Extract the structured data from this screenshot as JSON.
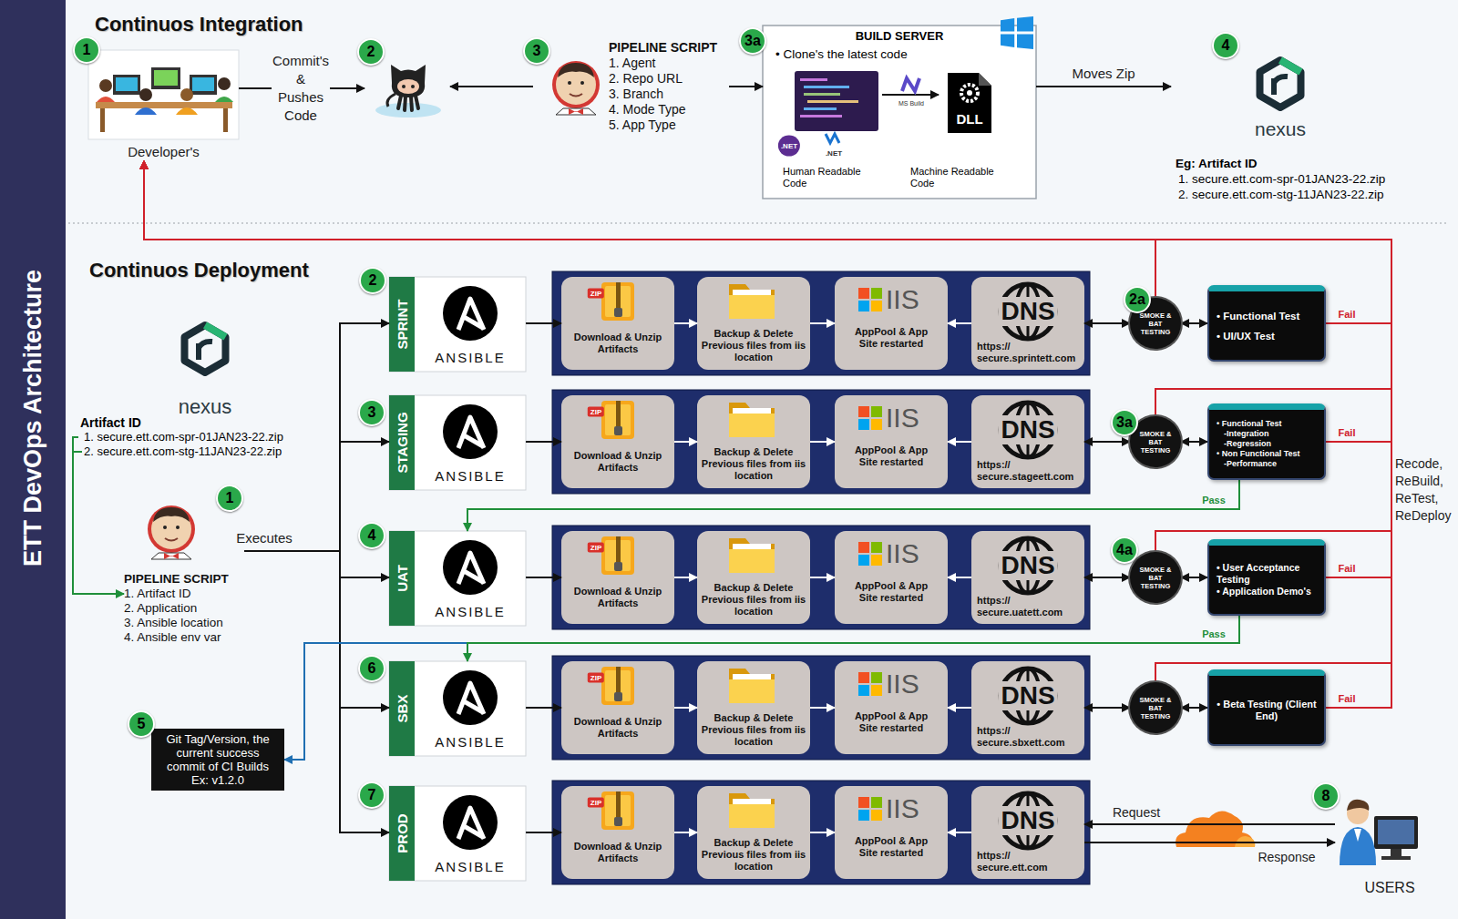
{
  "diagram": {
    "nodes": [
      {
        "text": [
          "ETT DevOps Architecture"
        ]
      },
      {
        "text": [
          "Developer's"
        ]
      },
      {
        "text": [
          "PIPELINE SCRIPT",
          "1. Agent",
          "2. Repo URL",
          "3. Branch",
          "4. Mode Type",
          "5. App Type"
        ]
      },
      {
        "text": [
          "BUILD SERVER",
          "• Clone's the latest code",
          "Human Readable Code",
          "Machine Readable Code"
        ]
      },
      {
        "text": [
          "nexus",
          "Eg: Artifact ID",
          "1. secure.ett.com-spr-01JAN23-22.zip",
          "2. secure.ett.com-stg-11JAN23-22.zip"
        ]
      },
      {
        "text": [
          "nexus",
          "Artifact ID",
          "1. secure.ett.com-spr-01JAN23-22.zip",
          "2. secure.ett.com-stg-11JAN23-22.zip"
        ]
      },
      {
        "text": [
          "PIPELINE SCRIPT",
          "1. Artifact ID",
          "2. Application",
          "3. Ansible location",
          "4. Ansible env var"
        ]
      },
      {
        "text": [
          "SPRINT",
          "ANSIBLE"
        ]
      },
      {
        "text": [
          "Download & Unzip Artifacts"
        ]
      },
      {
        "text": [
          "Backup & Delete Previous files from iis location"
        ]
      },
      {
        "text": [
          "IIS",
          "AppPool & App Site restarted"
        ]
      },
      {
        "text": [
          "DNS",
          "https:// secure.sprintett.com"
        ]
      },
      {
        "text": [
          "SMOKE & BAT TESTING"
        ]
      },
      {
        "text": [
          "• Functional Test",
          "• UI/UX Test"
        ]
      },
      {
        "text": [
          "STAGING",
          "ANSIBLE"
        ]
      },
      {
        "text": [
          "Download & Unzip Artifacts"
        ]
      },
      {
        "text": [
          "Backup & Delete Previous files from iis location"
        ]
      },
      {
        "text": [
          "IIS",
          "AppPool & App Site restarted"
        ]
      },
      {
        "text": [
          "DNS",
          "https:// secure.stageett.com"
        ]
      },
      {
        "text": [
          "SMOKE & BAT TESTING"
        ]
      },
      {
        "text": [
          "• Functional Test",
          "-Integration",
          "-Regression",
          "• Non Functional Test",
          "-Performance"
        ]
      },
      {
        "text": [
          "UAT",
          "ANSIBLE"
        ]
      },
      {
        "text": [
          "Download & Unzip Artifacts"
        ]
      },
      {
        "text": [
          "Backup & Delete Previous files from iis location"
        ]
      },
      {
        "text": [
          "IIS",
          "AppPool & App Site restarted"
        ]
      },
      {
        "text": [
          "DNS",
          "https:// secure.uatett.com"
        ]
      },
      {
        "text": [
          "SMOKE & BAT TESTING"
        ]
      },
      {
        "text": [
          "• User Acceptance Testing",
          "• Application Demo's"
        ]
      },
      {
        "text": [
          "Git Tag/Version, the current success commit of CI Builds Ex: v1.2.0"
        ]
      },
      {
        "text": [
          "SBX",
          "ANSIBLE"
        ]
      },
      {
        "text": [
          "Download & Unzip Artifacts"
        ]
      },
      {
        "text": [
          "Backup & Delete Previous files from iis location"
        ]
      },
      {
        "text": [
          "IIS",
          "AppPool & App Site restarted"
        ]
      },
      {
        "text": [
          "DNS",
          "https:// secure.sbxett.com"
        ]
      },
      {
        "text": [
          "SMOKE & BAT TESTING"
        ]
      },
      {
        "text": [
          "• Beta Testing (Client End)"
        ]
      },
      {
        "text": [
          "PROD",
          "ANSIBLE"
        ]
      },
      {
        "text": [
          "Download & Unzip Artifacts"
        ]
      },
      {
        "text": [
          "Backup & Delete Previous files from iis location"
        ]
      },
      {
        "text": [
          "IIS",
          "AppPool & App Site restarted"
        ]
      },
      {
        "text": [
          "DNS",
          "https:// secure.ett.com"
        ]
      },
      {
        "text": [
          "USERS"
        ]
      }
    ],
    "edges": [
      {
        "from": 2,
        "to": 3,
        "arrow": "to"
      },
      {
        "from": 3,
        "to": 4,
        "label": "Moves Zip",
        "arrow": "to"
      },
      {
        "from": 5,
        "to": 6,
        "arrow": "to"
      },
      {
        "from": 6,
        "to": 7,
        "arrow": "to"
      },
      {
        "from": 6,
        "to": 14,
        "arrow": "to"
      },
      {
        "from": 6,
        "to": 21,
        "arrow": "to"
      },
      {
        "from": 6,
        "to": 29,
        "arrow": "to"
      },
      {
        "from": 6,
        "to": 36,
        "arrow": "to"
      },
      {
        "from": 7,
        "to": 8,
        "arrow": "to"
      },
      {
        "from": 8,
        "to": 9,
        "arrow": "to"
      },
      {
        "from": 9,
        "to": 10,
        "arrow": "to"
      },
      {
        "from": 11,
        "to": 10,
        "arrow": "to"
      },
      {
        "from": 11,
        "to": 12,
        "arrow": "both"
      },
      {
        "from": 12,
        "to": 13,
        "arrow": "both"
      },
      {
        "from": 13,
        "to": 1,
        "label": "Fail",
        "arrow": "to"
      },
      {
        "from": 12,
        "to": 1,
        "arrow": "to"
      },
      {
        "from": 14,
        "to": 15,
        "arrow": "to"
      },
      {
        "from": 15,
        "to": 16,
        "arrow": "to"
      },
      {
        "from": 16,
        "to": 17,
        "arrow": "to"
      },
      {
        "from": 18,
        "to": 17,
        "arrow": "to"
      },
      {
        "from": 18,
        "to": 19,
        "arrow": "both"
      },
      {
        "from": 19,
        "to": 20,
        "arrow": "both"
      },
      {
        "from": 20,
        "to": 1,
        "label": "Fail",
        "arrow": "to"
      },
      {
        "from": 19,
        "to": 1,
        "arrow": "to"
      },
      {
        "from": 21,
        "to": 22,
        "arrow": "to"
      },
      {
        "from": 22,
        "to": 23,
        "arrow": "to"
      },
      {
        "from": 23,
        "to": 24,
        "arrow": "to"
      },
      {
        "from": 25,
        "to": 24,
        "arrow": "to"
      },
      {
        "from": 25,
        "to": 26,
        "arrow": "both"
      },
      {
        "from": 26,
        "to": 27,
        "arrow": "both"
      },
      {
        "from": 27,
        "to": 1,
        "label": "Fail",
        "arrow": "to"
      },
      {
        "from": 26,
        "to": 1,
        "arrow": "to"
      },
      {
        "from": 29,
        "to": 30,
        "arrow": "to"
      },
      {
        "from": 30,
        "to": 31,
        "arrow": "to"
      },
      {
        "from": 31,
        "to": 32,
        "arrow": "to"
      },
      {
        "from": 33,
        "to": 32,
        "arrow": "to"
      },
      {
        "from": 33,
        "to": 34,
        "arrow": "both"
      },
      {
        "from": 34,
        "to": 35,
        "arrow": "both"
      },
      {
        "from": 35,
        "to": 1,
        "label": "Fail",
        "arrow": "to"
      },
      {
        "from": 34,
        "to": 1,
        "arrow": "to"
      },
      {
        "from": 36,
        "to": 37,
        "arrow": "to"
      },
      {
        "from": 37,
        "to": 38,
        "arrow": "to"
      },
      {
        "from": 38,
        "to": 39,
        "arrow": "to"
      },
      {
        "from": 40,
        "to": 39,
        "arrow": "to"
      },
      {
        "from": 41,
        "to": 40,
        "label": "Request",
        "arrow": "to"
      },
      {
        "from": 40,
        "to": 41,
        "label": "Response",
        "arrow": "to"
      },
      {
        "from": 20,
        "to": 21,
        "label": "Pass",
        "arrow": "to"
      },
      {
        "from": 27,
        "to": 28,
        "arrow": "to"
      },
      {
        "from": 27,
        "to": 29,
        "label": "Pass",
        "arrow": "to"
      }
    ],
    "labels": [
      "Continuos Integration",
      "1",
      "Commit's & Pushes Code",
      "2",
      "3",
      "3a",
      ".NET",
      ".NET",
      "MS Build",
      "DLL",
      "4",
      "Continuos Deployment",
      "2",
      "ZIP",
      "2a",
      "3",
      "ZIP",
      "3a",
      "1",
      "Executes",
      "4",
      "ZIP",
      "4a",
      "Recode, ReBuild, ReTest, ReDeploy",
      "5",
      "6",
      "ZIP",
      "7",
      "ZIP",
      "8"
    ]
  }
}
